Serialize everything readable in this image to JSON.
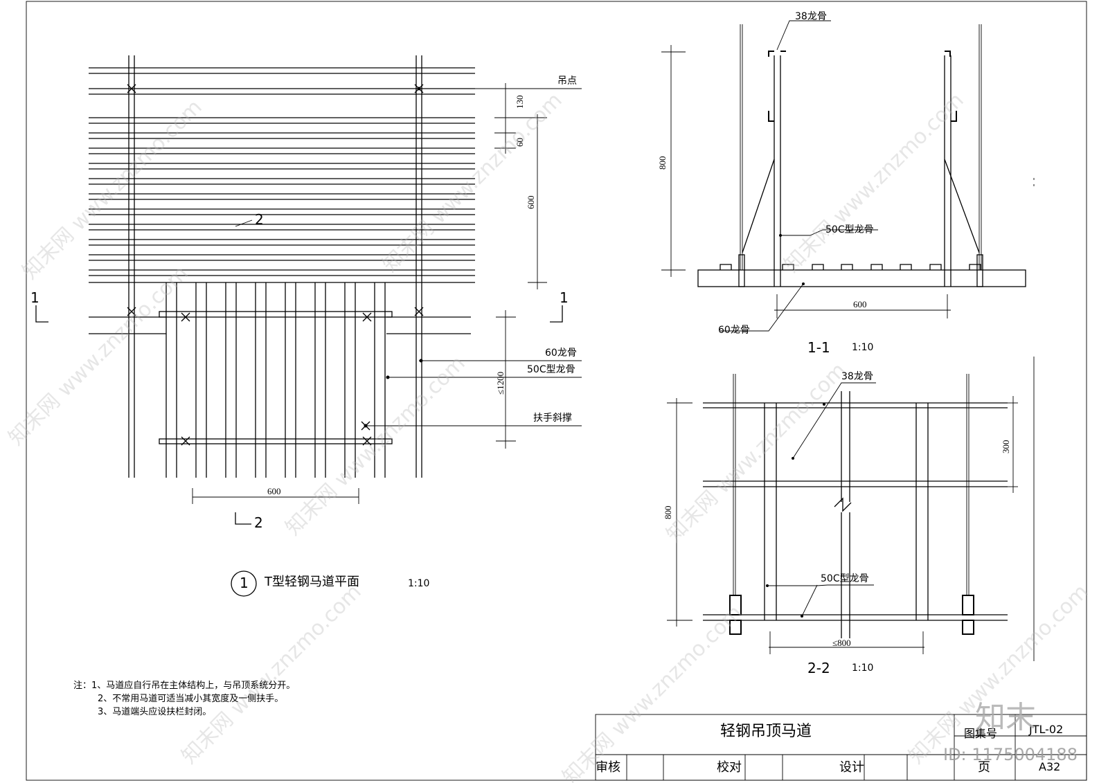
{
  "watermark": "知末网 www.znzmo.com",
  "plan": {
    "section_mark_1": "1",
    "section_mark_2": "2",
    "label_2_inner": "2",
    "hanging_point": "吊点",
    "dim_130": "130",
    "dim_60": "60",
    "dim_600_v": "600",
    "dim_1200": "≤1200",
    "dim_600_h": "600",
    "keel_60": "60龙骨",
    "keel_50c": "50C型龙骨",
    "handrail_brace": "扶手斜撑",
    "circle_no": "1",
    "title": "T型轻钢马道平面",
    "scale": "1:10"
  },
  "section_1_1": {
    "keel_38": "38龙骨",
    "dim_800": "800",
    "keel_50c": "50C型龙骨",
    "dim_600": "600",
    "keel_60": "60龙骨",
    "title": "1-1",
    "scale": "1:10"
  },
  "section_2_2": {
    "keel_38": "38龙骨",
    "dim_300": "300",
    "dim_800_v": "800",
    "keel_50c": "50C型龙骨",
    "dim_800_h": "≤800",
    "title": "2-2",
    "scale": "1:10"
  },
  "notes": [
    "注：1、马道应自行吊在主体结构上，与吊顶系统分开。",
    "2、不常用马道可适当减小其宽度及一侧扶手。",
    "3、马道端头应设扶栏封闭。"
  ],
  "title_block": {
    "drawing_title": "轻钢吊顶马道",
    "atlas_no_label": "图集号",
    "atlas_no": "JTL-02",
    "review": "审核",
    "check": "校对",
    "design": "设计",
    "page_label": "页",
    "page_no": "A32"
  },
  "brand": {
    "logo": "知末",
    "id": "ID: 1175004188"
  }
}
